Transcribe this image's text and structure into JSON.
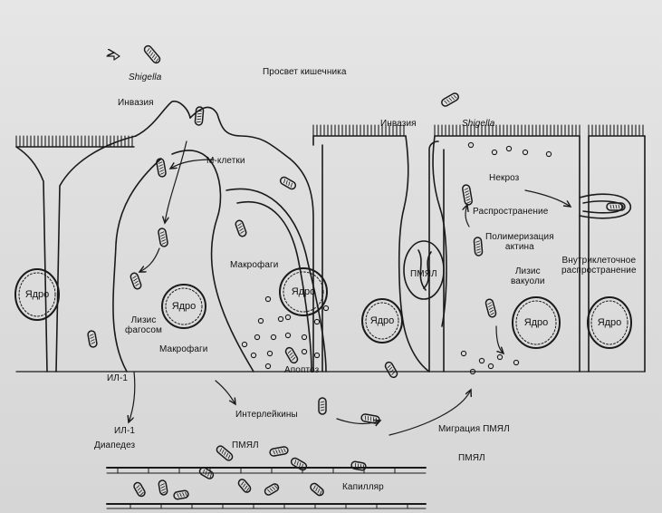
{
  "labels": {
    "shigella_left": "Shigella",
    "lumen": "Просвет кишечника",
    "invasion_left": "Инвазия",
    "invasion_right": "Инвазия",
    "shigella_right": "Shigella",
    "m_cells": "М-клетки",
    "necrosis": "Некроз",
    "spread": "Распространение",
    "polymerization": "Полимеризация\nактина",
    "macrophages_top": "Макрофаги",
    "vacuole_lysis": "Лизис\nвакуоли",
    "intracellular_spread": "Внутриклеточное\nраспространение",
    "phagosome_lysis": "Лизис\nфагосом",
    "macrophages_bottom": "Макрофаги",
    "apoptosis": "Апоптоз",
    "il1_a": "ИЛ-1",
    "il1_b": "ИЛ-1",
    "interleukins": "Интерлейкины",
    "diapedesis": "Диапедез",
    "pmn_top": "ПМЯЛ",
    "pmn_migration": "Миграция ПМЯЛ",
    "pmn_right": "ПМЯЛ",
    "capillary": "Капилляр",
    "pmn_cell": "ПМЯЛ"
  },
  "nuclei": {
    "n1": "Ядро",
    "n2": "Ядро",
    "n3": "Ядро",
    "n4": "Ядро",
    "n5": "Ядро",
    "n6": "Ядро"
  },
  "colors": {
    "ink": "#1a1a1a",
    "background": "#dcdcdc"
  }
}
